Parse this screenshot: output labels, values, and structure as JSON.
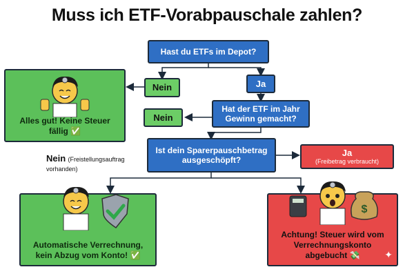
{
  "title": "Muss ich ETF-Vorabpauschale zahlen?",
  "q1": "Hast du ETFs im Depot?",
  "q1_no": "Nein",
  "q1_yes": "Ja",
  "q2": "Hat der ETF im Jahr Gewinn gemacht?",
  "q2_no": "Nein",
  "q3": "Ist dein Sparerpauschbetrag ausgeschöpft?",
  "q3_no": "Nein",
  "q3_no_note": "(Freistellungsauftrag vorhanden)",
  "q3_yes": "Ja",
  "q3_yes_note": "(Freibetrag verbraucht)",
  "result_ok": "Alles gut! Keine Steuer fällig ✅",
  "result_auto": "Automatische Verrechnung, kein Abzug vom Konto! ✅",
  "result_tax": "Achtung! Steuer wird vom Verrechnungskonto abgebucht 💸",
  "icons": [
    "doctor-thumbs-up-icon",
    "doctor-shield-check-icon",
    "doctor-calculator-moneybag-icon",
    "sparkle-icon"
  ],
  "colors": {
    "blue": "#2f6fc4",
    "green": "#5cc05a",
    "red": "#e74848",
    "text": "#111111"
  }
}
